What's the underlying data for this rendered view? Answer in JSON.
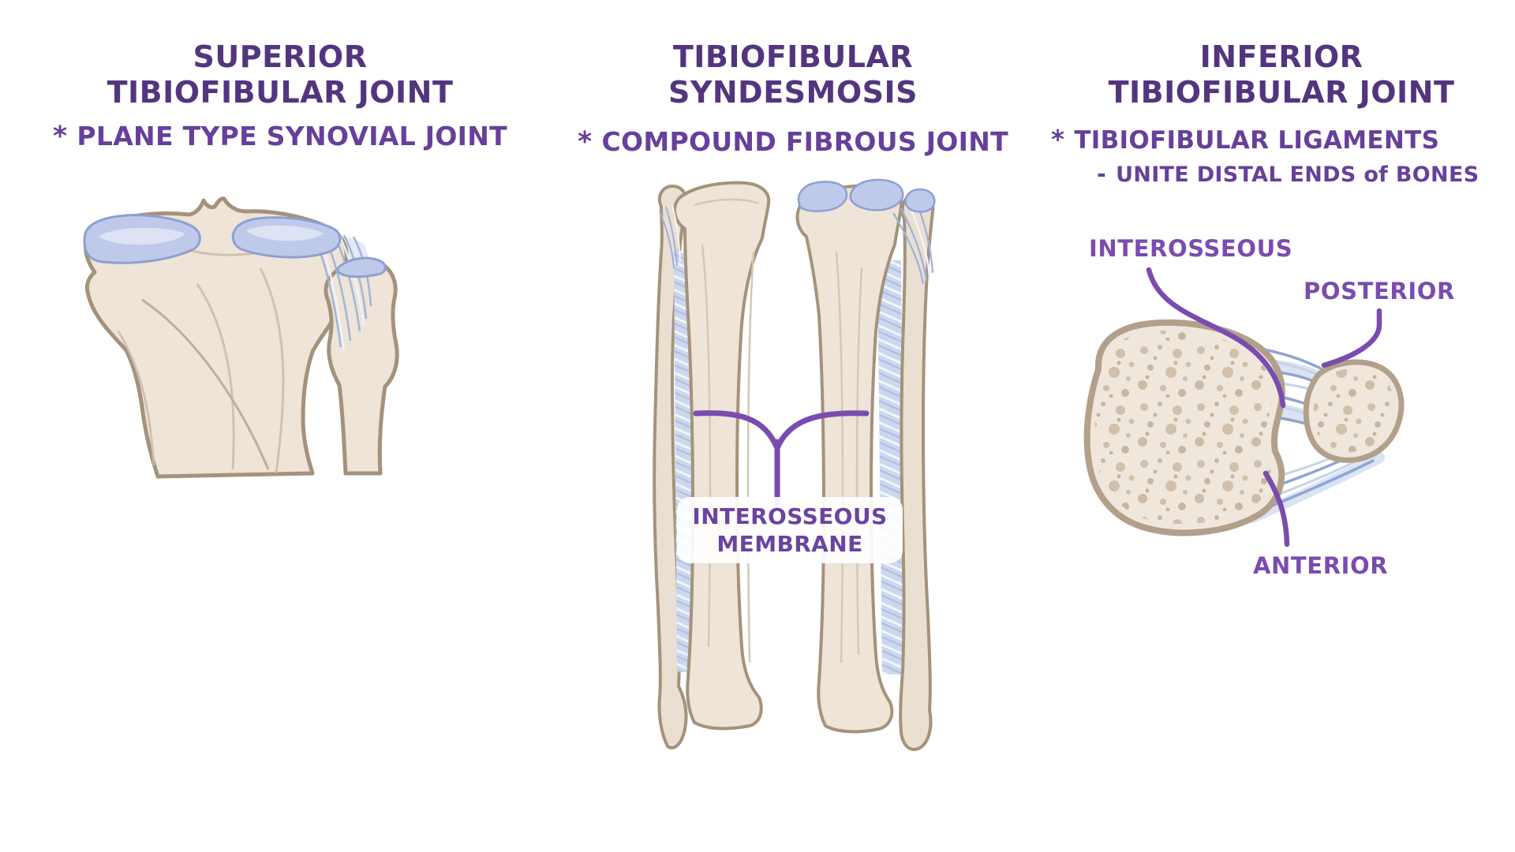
{
  "illustration": {
    "panels": [
      {
        "key": "superior-tibiofibular-joint",
        "title_lines": [
          "SUPERIOR",
          "TIBIOFIBULAR JOINT"
        ],
        "bullets": [
          {
            "marker": "*",
            "text": "PLANE TYPE SYNOVIAL JOINT"
          }
        ]
      },
      {
        "key": "tibiofibular-syndesmosis",
        "title_lines": [
          "TIBIOFIBULAR",
          "SYNDESMOSIS"
        ],
        "bullets": [
          {
            "marker": "*",
            "text": "COMPOUND FIBROUS JOINT"
          }
        ],
        "membrane_label": {
          "line1": "INTEROSSEOUS",
          "line2": "MEMBRANE"
        }
      },
      {
        "key": "inferior-tibiofibular-joint",
        "title_lines": [
          "INFERIOR",
          "TIBIOFIBULAR JOINT"
        ],
        "bullets": [
          {
            "marker": "*",
            "text": "TIBIOFIBULAR LIGAMENTS"
          },
          {
            "marker": "-",
            "text": "UNITE DISTAL ENDS of BONES"
          }
        ],
        "ligament_labels": {
          "interosseous": "INTEROSSEOUS",
          "posterior": "POSTERIOR",
          "anterior": "ANTERIOR"
        }
      }
    ],
    "colors": {
      "background": "#ffffff",
      "title_text": "#53357f",
      "bullet_text": "#66409a",
      "label_text": "#7a4caf",
      "pointer_line": "#7a4caf",
      "bone_fill": "#eee4d7",
      "bone_outline": "#a5927b",
      "cartilage_fill": "#bfcaea",
      "ligament_fiber": "#9fb2da"
    }
  }
}
